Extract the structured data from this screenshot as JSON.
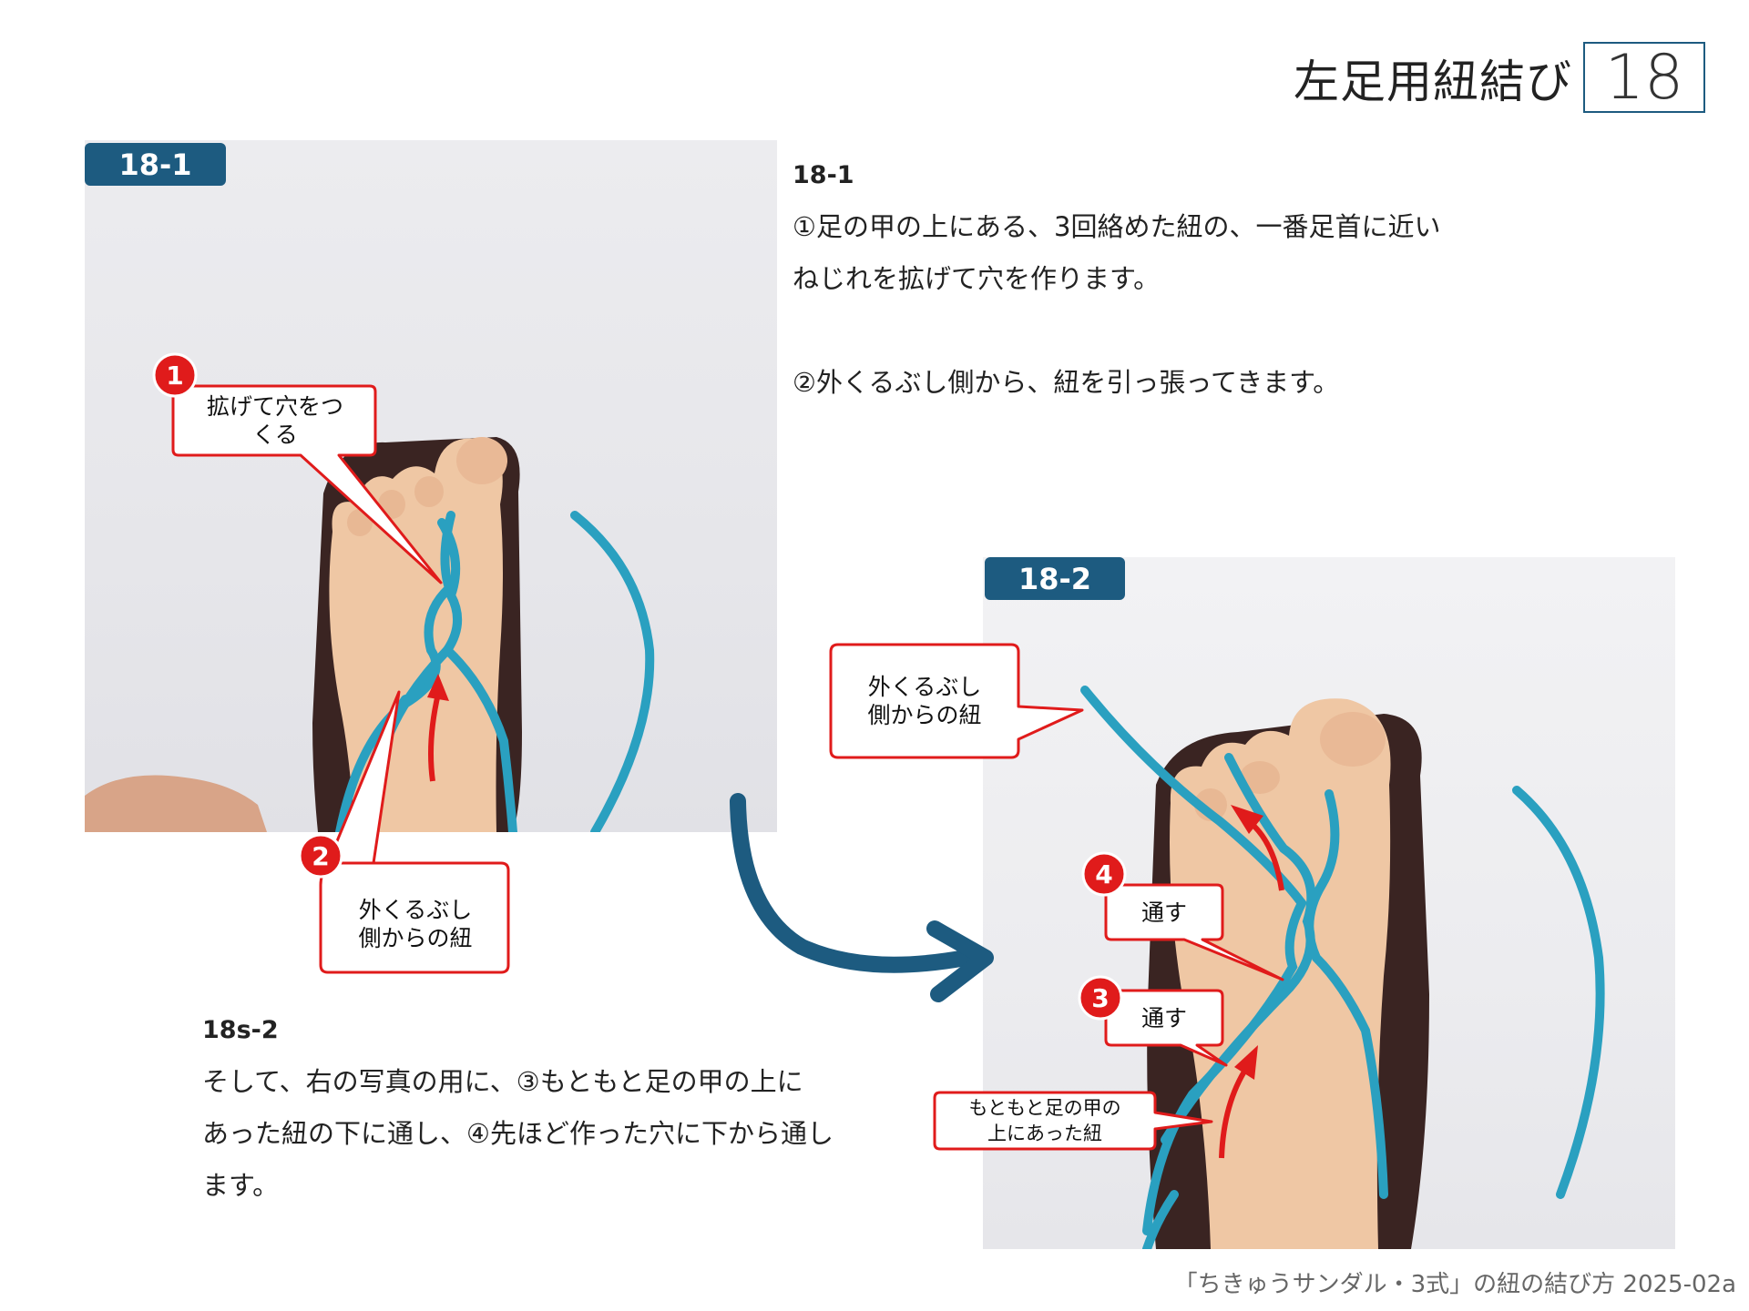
{
  "header": {
    "title": "左足用紐結び",
    "page_number": "18"
  },
  "steps": {
    "tag_1": "18-1",
    "tag_2": "18-2"
  },
  "instructions_18_1": {
    "heading": "18-1",
    "line_1": "①足の甲の上にある、3回絡めた紐の、一番足首に近い",
    "line_2": "ねじれを拡げて穴を作ります。",
    "line_3": "②外くるぶし側から、紐を引っ張ってきます。"
  },
  "instructions_18s_2": {
    "heading": "18s-2",
    "line_1": "そして、右の写真の用に、③もともと足の甲の上に",
    "line_2": "あった紐の下に通し、④先ほど作った穴に下から通し",
    "line_3": "ます。"
  },
  "callouts": {
    "c1": {
      "badge": "1",
      "line_1": "拡げて穴をつ",
      "line_2": "くる"
    },
    "c2": {
      "badge": "2",
      "line_1": "外くるぶし",
      "line_2": "側からの紐"
    },
    "c3": {
      "line_1": "外くるぶし",
      "line_2": "側からの紐"
    },
    "c4": {
      "badge": "4",
      "label": "通す"
    },
    "c5": {
      "badge": "3",
      "label": "通す"
    },
    "c6": {
      "line_1": "もともと足の甲の",
      "line_2": "上にあった紐"
    }
  },
  "footer": {
    "credit": "「ちきゅうサンダル・3式」の紐の結び方 2025-02a"
  },
  "colors": {
    "accent_blue": "#1d5b80",
    "callout_red": "#e01b1b",
    "cord_cyan": "#2aa0c0",
    "sole_dark": "#3a2422",
    "foot_skin": "#efc7a4"
  }
}
